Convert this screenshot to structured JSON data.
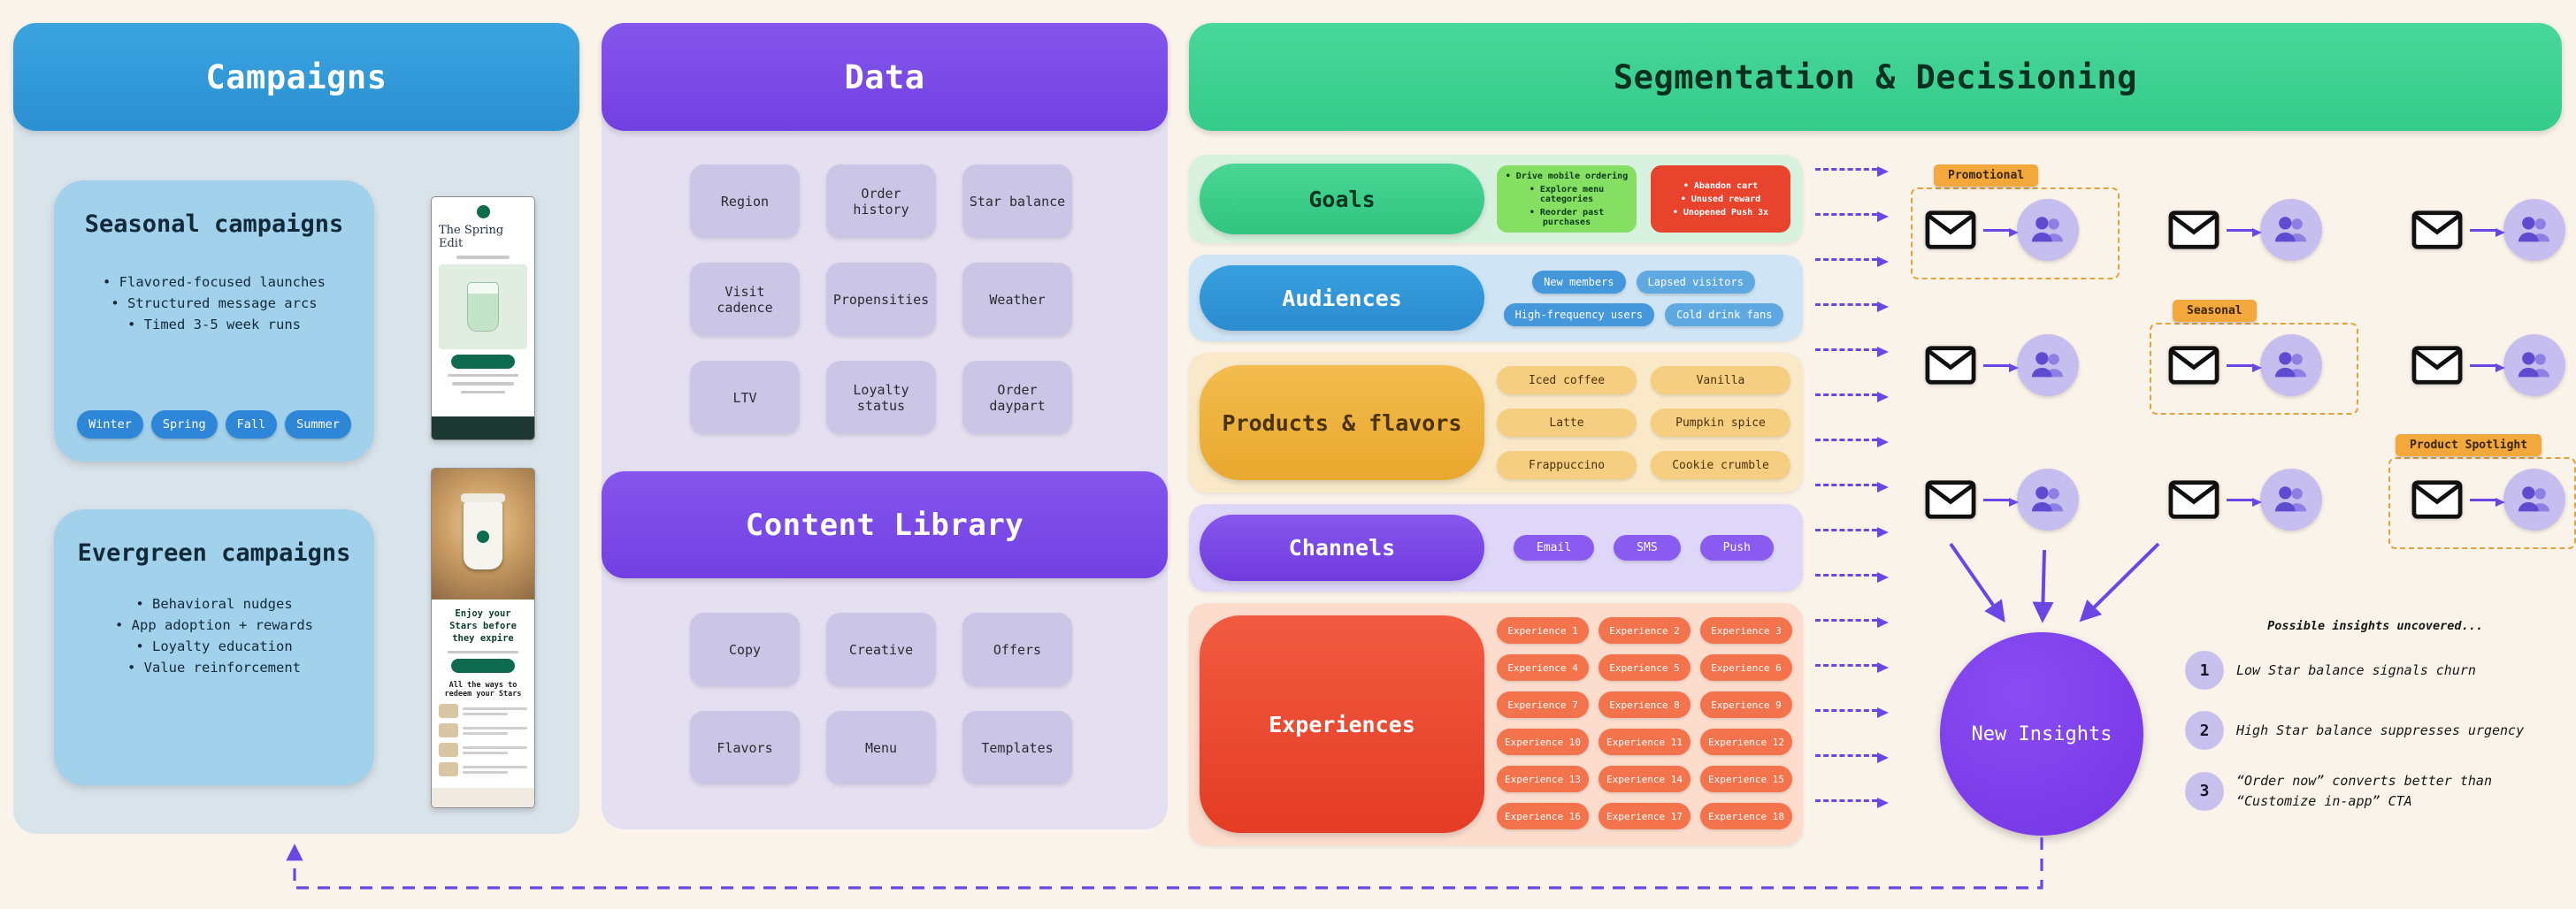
{
  "colors": {
    "accent_purple": "#6B46E5",
    "blue": "#2E96D9",
    "green": "#3FD295",
    "amber": "#EFB440",
    "red": "#EE4B33",
    "cream_bg": "#FAF3EA"
  },
  "icons": {
    "email": "envelope-icon",
    "audience": "people-icon",
    "flow": "dashed-arrow-icon"
  },
  "campaigns": {
    "title": "Campaigns",
    "seasonal": {
      "title": "Seasonal campaigns",
      "bullets": [
        "• Flavored-focused launches",
        "• Structured message arcs",
        "• Timed 3-5 week runs"
      ],
      "seasons": [
        "Winter",
        "Spring",
        "Fall",
        "Summer"
      ]
    },
    "evergreen": {
      "title": "Evergreen campaigns",
      "bullets": [
        "• Behavioral nudges",
        "• App adoption + rewards",
        "• Loyalty education",
        "• Value reinforcement"
      ]
    },
    "email_seasonal": {
      "title": "The Spring Edit"
    },
    "email_evergreen": {
      "headline": "Enjoy your Stars before they expire",
      "section_title": "All the ways to redeem your Stars"
    }
  },
  "data_panel": {
    "title": "Data",
    "pills": [
      "Region",
      "Order history",
      "Star balance",
      "Visit cadence",
      "Propensities",
      "Weather",
      "LTV",
      "Loyalty status",
      "Order daypart"
    ]
  },
  "content_library": {
    "title": "Content Library",
    "pills": [
      "Copy",
      "Creative",
      "Offers",
      "Flavors",
      "Menu",
      "Templates"
    ]
  },
  "segmentation": {
    "title": "Segmentation & Decisioning",
    "goals": {
      "label": "Goals",
      "positive": [
        "• Drive mobile ordering",
        "• Explore menu categories",
        "• Reorder past purchases"
      ],
      "negative": [
        "• Abandon cart",
        "• Unused reward",
        "• Unopened Push 3x"
      ]
    },
    "audiences": {
      "label": "Audiences",
      "pills": [
        "New members",
        "Lapsed visitors",
        "High-frequency users",
        "Cold drink fans"
      ]
    },
    "products": {
      "label": "Products & flavors",
      "pills": [
        "Iced coffee",
        "Vanilla",
        "Latte",
        "Pumpkin spice",
        "Frappuccino",
        "Cookie crumble"
      ]
    },
    "channels": {
      "label": "Channels",
      "pills": [
        "Email",
        "SMS",
        "Push"
      ]
    },
    "experiences": {
      "label": "Experiences",
      "pills": [
        "Experience 1",
        "Experience 2",
        "Experience 3",
        "Experience 4",
        "Experience 5",
        "Experience 6",
        "Experience 7",
        "Experience 8",
        "Experience 9",
        "Experience 10",
        "Experience 11",
        "Experience 12",
        "Experience 13",
        "Experience 14",
        "Experience 15",
        "Experience 16",
        "Experience 17",
        "Experience 18"
      ]
    }
  },
  "journeys": {
    "tags": {
      "promotional": "Promotional",
      "seasonal": "Seasonal",
      "product_spotlight": "Product Spotlight"
    }
  },
  "insights": {
    "circle_label": "New Insights",
    "intro": "Possible insights uncovered...",
    "items": [
      {
        "num": "1",
        "text": "Low Star balance signals churn"
      },
      {
        "num": "2",
        "text": "High Star balance suppresses urgency"
      },
      {
        "num": "3",
        "text": "“Order now” converts better than “Customize in-app” CTA"
      }
    ]
  }
}
